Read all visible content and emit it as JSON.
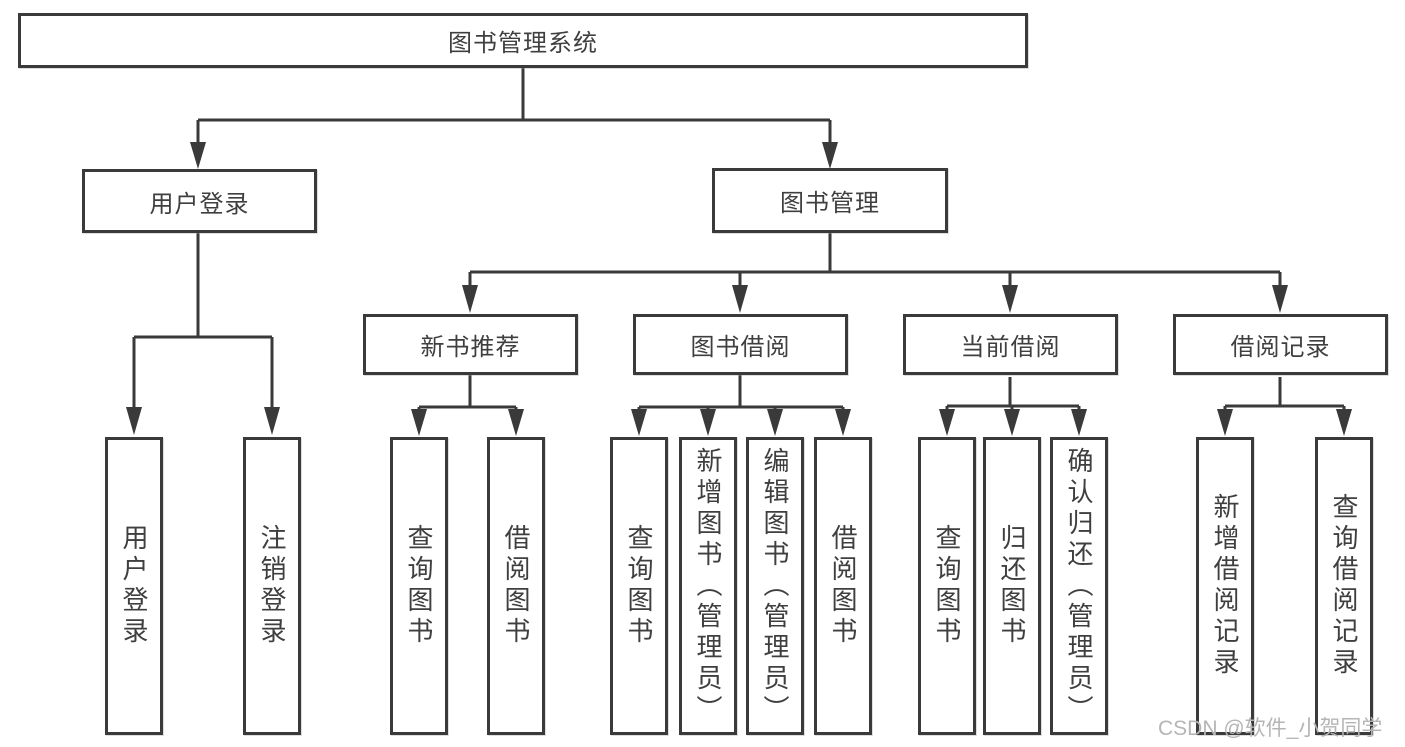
{
  "diagram_type": "hierarchy-flowchart",
  "colors": {
    "border": "#3a3a3a",
    "text": "#3f3f3f",
    "line": "#3a3a3a",
    "watermark": "#b5b5b5",
    "background": "#ffffff"
  },
  "tree": {
    "label": "图书管理系统",
    "children": [
      {
        "label": "用户登录",
        "children": [
          {
            "label": "用户登录"
          },
          {
            "label": "注销登录"
          }
        ]
      },
      {
        "label": "图书管理",
        "children": [
          {
            "label": "新书推荐",
            "children": [
              {
                "label": "查询图书"
              },
              {
                "label": "借阅图书"
              }
            ]
          },
          {
            "label": "图书借阅",
            "children": [
              {
                "label": "查询图书"
              },
              {
                "label": "新增图书（管理员）"
              },
              {
                "label": "编辑图书（管理员）"
              },
              {
                "label": "借阅图书"
              }
            ]
          },
          {
            "label": "当前借阅",
            "children": [
              {
                "label": "查询图书"
              },
              {
                "label": "归还图书"
              },
              {
                "label": "确认归还（管理员）"
              }
            ]
          },
          {
            "label": "借阅记录",
            "children": [
              {
                "label": "新增借阅记录"
              },
              {
                "label": "查询借阅记录"
              }
            ]
          }
        ]
      }
    ]
  },
  "watermark": {
    "text": "CSDN @软件_小贺同学"
  }
}
